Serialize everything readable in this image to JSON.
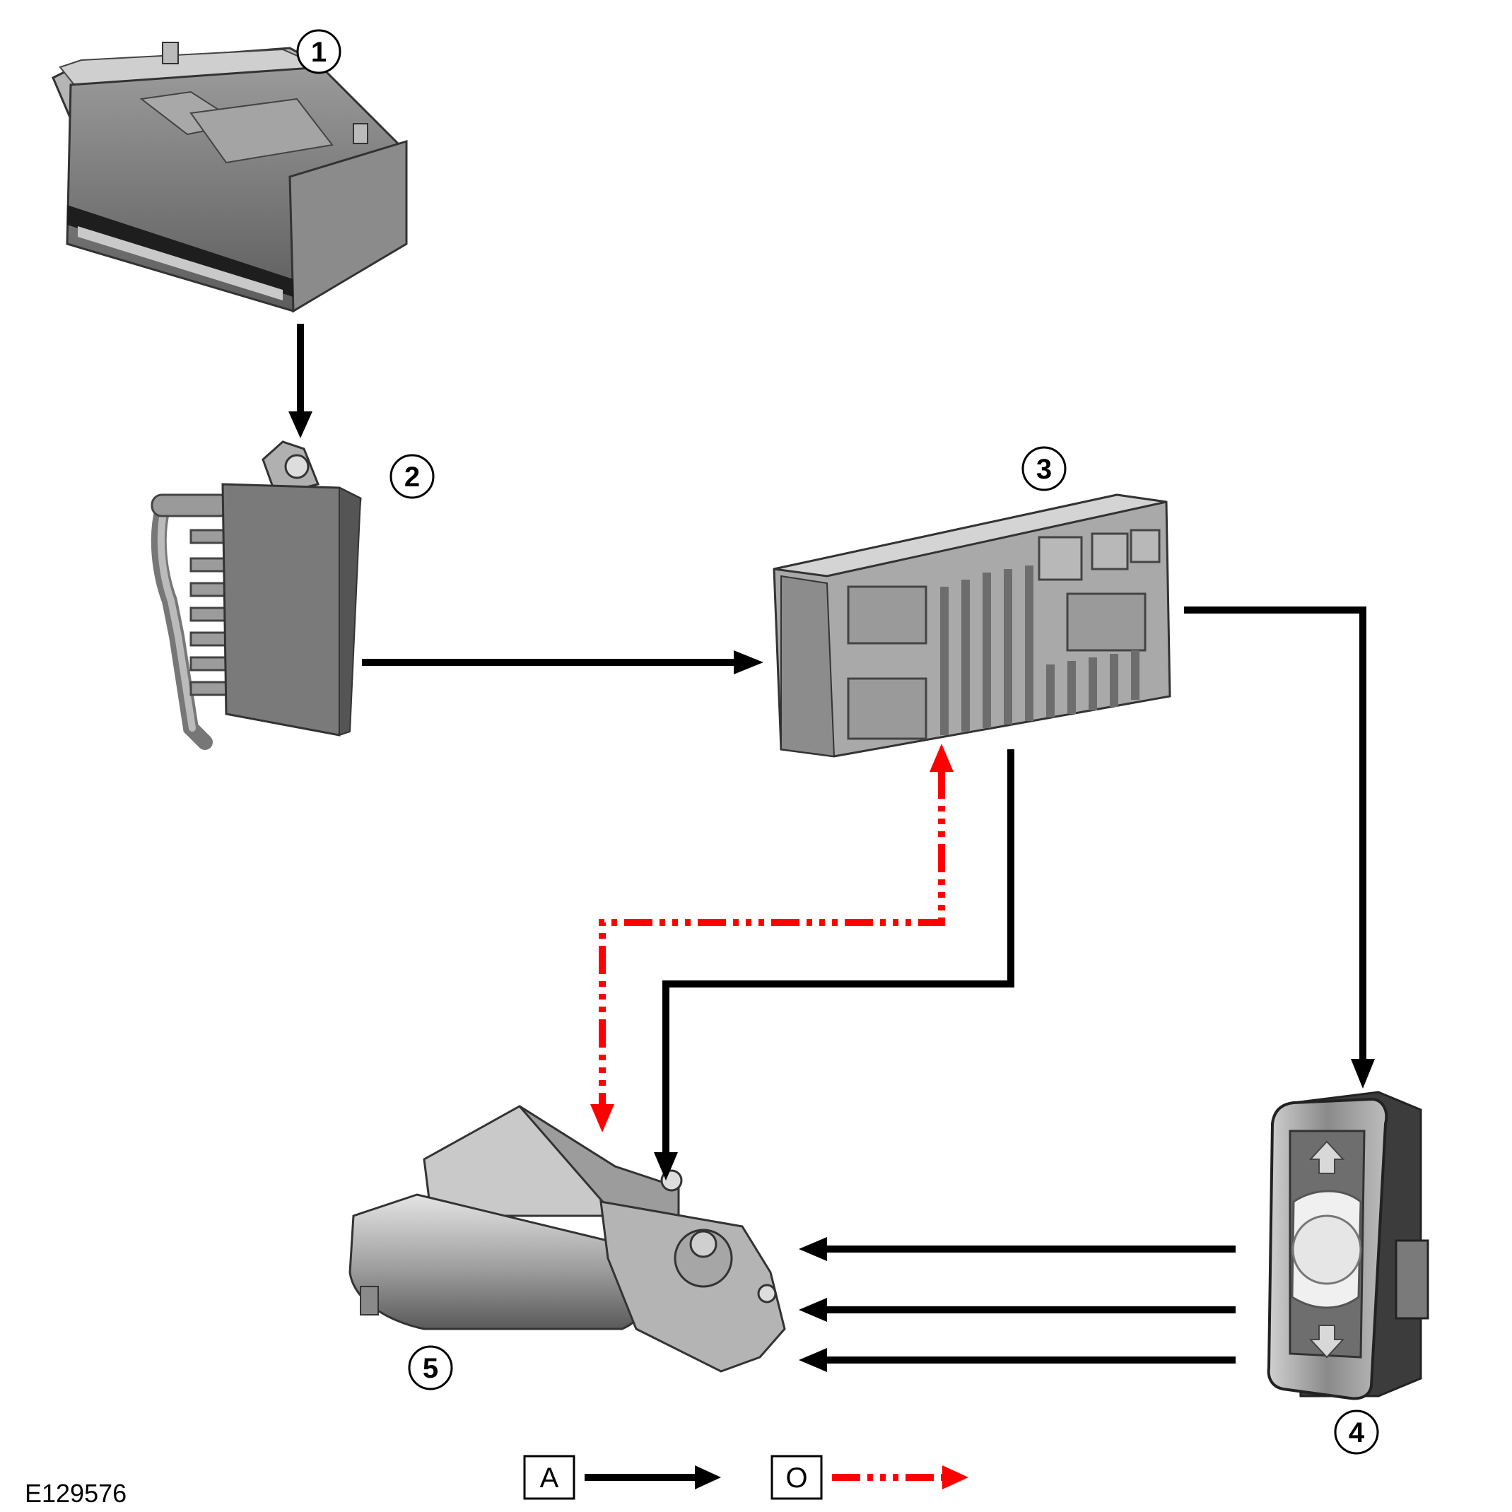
{
  "diagram": {
    "callouts": [
      "1",
      "2",
      "3",
      "4",
      "5"
    ],
    "components": {
      "battery": "battery",
      "junction_box": "battery-junction-box",
      "fuse_box": "central-junction-box",
      "switch": "window-switch",
      "motor": "window-motor"
    },
    "legend": {
      "a_label": "A",
      "o_label": "O"
    },
    "reference": "E129576",
    "colors": {
      "wire_a": "#000000",
      "wire_o": "#ff0000",
      "component_fill": "#a9a9a9",
      "component_dark": "#6f6f6f",
      "component_light": "#d6d6d6"
    }
  }
}
